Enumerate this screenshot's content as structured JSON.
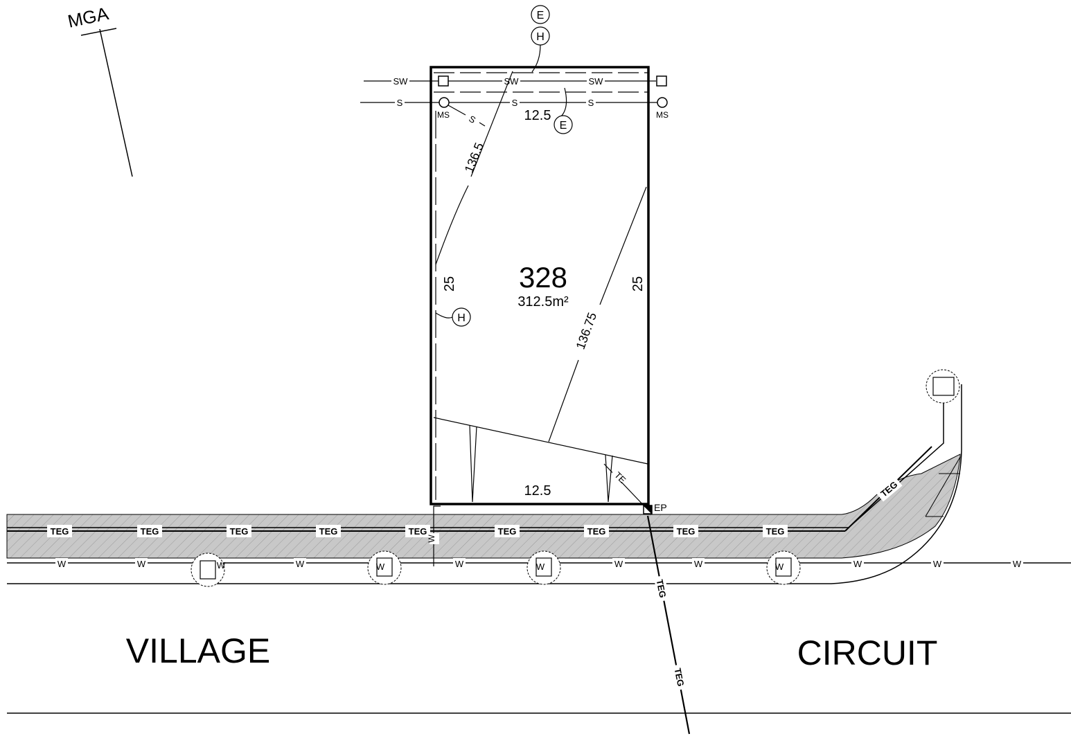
{
  "north": {
    "label": "MGA"
  },
  "lot": {
    "number": "328",
    "area": "312.5m²",
    "front_width": "12.5",
    "rear_width": "12.5",
    "left_depth": "25",
    "right_depth": "25",
    "level_left": "136.5",
    "level_right": "136.75"
  },
  "easement": {
    "e_label": "E",
    "h_label": "H"
  },
  "services": {
    "stormwater": "SW",
    "sewer": "S",
    "maintenance_shaft": "MS",
    "water": "W",
    "teg": "TEG",
    "te": "TE",
    "ep": "EP"
  },
  "street": {
    "name_left": "VILLAGE",
    "name_right": "CIRCUIT"
  },
  "colors": {
    "ink": "#000000",
    "road_fill": "#c8c8c8",
    "paper": "#ffffff"
  }
}
